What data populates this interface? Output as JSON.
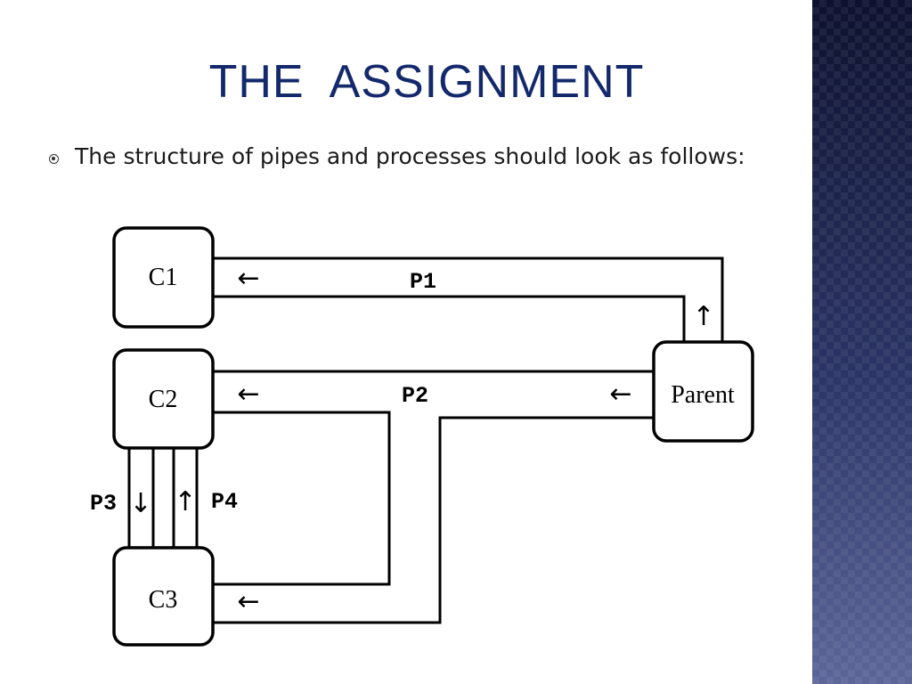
{
  "slide": {
    "title": "THE  ASSIGNMENT",
    "bullet": "The structure of pipes and processes should look as follows:"
  },
  "diagram": {
    "nodes": {
      "c1": "C1",
      "c2": "C2",
      "c3": "C3",
      "parent": "Parent"
    },
    "pipes": {
      "p1": "P1",
      "p2": "P2",
      "p3": "P3",
      "p4": "P4"
    },
    "arrows": {
      "left": "←",
      "up": "↑",
      "down": "↓"
    }
  },
  "theme": {
    "title_color": "#13296b",
    "side_band_color": "#1e2550"
  }
}
